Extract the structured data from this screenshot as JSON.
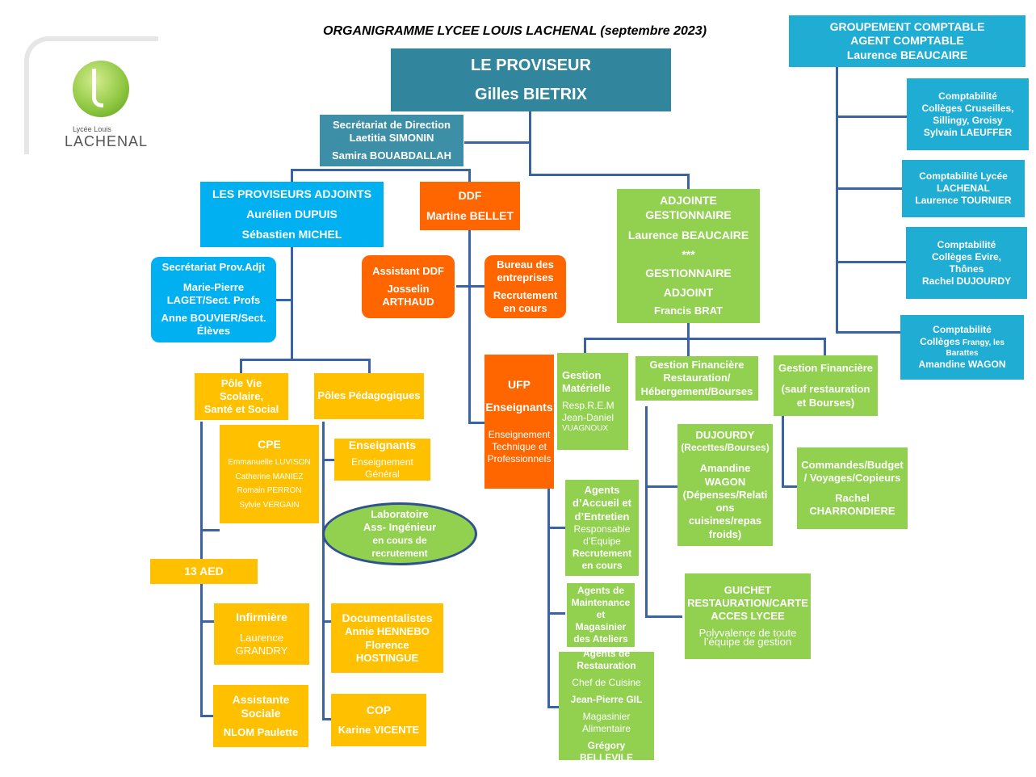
{
  "title": "ORGANIGRAMME LYCEE LOUIS LACHENAL (septembre 2023)",
  "logo": {
    "line1": "Lycée Louis",
    "line2": "LACHENAL",
    "color": "#8CC63F"
  },
  "proviseur": {
    "title": "LE PROVISEUR",
    "name": "Gilles BIETRIX"
  },
  "secretariat_direction": {
    "title": "Secrétariat de Direction",
    "name1": "Laetitia SIMONIN",
    "name2": "Samira BOUABDALLAH"
  },
  "groupement": {
    "l1": "GROUPEMENT COMPTABLE",
    "l2": "AGENT COMPTABLE",
    "l3": "Laurence BEAUCAIRE"
  },
  "comptabilites": [
    {
      "l1": "Comptabilité",
      "l2": "Collèges  Cruseilles,",
      "l3": "Sillingy, Groisy",
      "l4": "Sylvain LAEUFFER"
    },
    {
      "l1": "Comptabilité  Lycée",
      "l2": "LACHENAL",
      "l3": "Laurence TOURNIER"
    },
    {
      "l1": "Comptabilité",
      "l2": "Collèges  Evire,",
      "l3": "Thônes",
      "l4": "Rachel DUJOURDY"
    },
    {
      "l1": "Comptabilité",
      "l2a": "Collèges",
      "l2b": " Frangy, les",
      "l2c": "Barattes",
      "l3": "Amandine WAGON"
    }
  ],
  "proviseurs_adjoints": {
    "title": "LES PROVISEURS ADJOINTS",
    "name1": "Aurélien DUPUIS",
    "name2": "Sébastien MICHEL"
  },
  "ddf": {
    "title": "DDF",
    "name": "Martine BELLET"
  },
  "adjointe_gestionnaire": {
    "l1": "ADJOINTE",
    "l2": "GESTIONNAIRE",
    "l3": "Laurence BEAUCAIRE",
    "l4": "***",
    "l5": "GESTIONNAIRE",
    "l6": "ADJOINT",
    "l7": "Francis BRAT"
  },
  "secretariat_prov_adj": {
    "title": "Secrétariat Prov.Adjt",
    "l1": "Marie-Pierre",
    "l2": "LAGET/Sect. Profs",
    "l3": "Anne BOUVIER/Sect.",
    "l4": "Élèves"
  },
  "assistant_ddf": {
    "title": "Assistant DDF",
    "l1": "Josselin",
    "l2": "ARTHAUD"
  },
  "bureau_entreprises": {
    "l1": "Bureau des",
    "l2": "entreprises",
    "l3": "Recrutement",
    "l4": "en cours"
  },
  "pole_vie_scolaire": {
    "l1": "Pôle Vie Scolaire,",
    "l2": "Santé et Social"
  },
  "poles_pedagogiques": {
    "l1": "Pôles Pédagogiques"
  },
  "ufp": {
    "l1": "UFP",
    "l2": "Enseignants",
    "l3": "Enseignement",
    "l4": "Technique et",
    "l5": "Professionnels"
  },
  "gestion_materielle": {
    "l1": "Gestion",
    "l2": "Matérielle",
    "l3": "Resp.R.E.M",
    "l4": "Jean-Daniel",
    "l5": "VUAGNOUX"
  },
  "gestion_fin_resto": {
    "l1": "Gestion Financière",
    "l2": "Restauration/",
    "l3": "Hébergement/Bourses"
  },
  "gestion_fin": {
    "l1": "Gestion  Financière",
    "l2": "(sauf restauration",
    "l3": "et Bourses)"
  },
  "cpe": {
    "title": "CPE",
    "n1": "Emmanuelle LUVISON",
    "n2": "Catherine MANIEZ",
    "n3": "Romain PERRON",
    "n4": "Sylvie VERGAIN"
  },
  "enseignants": {
    "title": "Enseignants",
    "l1": "Enseignement",
    "l2": "Général"
  },
  "dujourdy": {
    "l1": "DUJOURDY",
    "l2": "(Recettes/Bourses)",
    "l3": "Amandine",
    "l4": "WAGON",
    "l5": "(Dépenses/Relati",
    "l6": "ons",
    "l7": "cuisines/repas",
    "l8": "froids)"
  },
  "commandes": {
    "l1": "Commandes/Budget",
    "l2": "/ Voyages/Copieurs",
    "l3": "Rachel",
    "l4": "CHARRONDIERE"
  },
  "laboratoire": {
    "l1": "Laboratoire",
    "l2": "Ass- Ingénieur",
    "l3": "en cours de",
    "l4": "recrutement"
  },
  "agents_accueil": {
    "l1": "Agents",
    "l2": "d’Accueil et",
    "l3": "d’Entretien",
    "l4": "Responsable",
    "l5": "d’Equipe",
    "l6": "Recrutement",
    "l7": "en cours"
  },
  "aed": {
    "l1": "13 AED"
  },
  "guichet": {
    "l1": "GUICHET",
    "l2": "RESTAURATION/CARTE",
    "l3": "ACCES LYCEE",
    "l4": "Polyvalence  de toute",
    "l5": "l’équipe de gestion"
  },
  "agents_maintenance": {
    "l1": "Agents de",
    "l2": "Maintenance",
    "l3": "et  Magasinier",
    "l4": "des Ateliers"
  },
  "infirmiere": {
    "title": "Infirmière",
    "l1": "Laurence",
    "l2": "GRANDRY"
  },
  "documentalistes": {
    "title": "Documentalistes",
    "l1": "Annie HENNEBO",
    "l2": "Florence HOSTINGUE"
  },
  "agents_restauration": {
    "l1": "Agents de",
    "l2": "Restauration",
    "l3": "Chef de Cuisine",
    "l4": "Jean-Pierre GIL",
    "l5": "Magasinier",
    "l6": "Alimentaire",
    "l7": "Grégory BELLEVILE"
  },
  "assistante_sociale": {
    "l1": "Assistante",
    "l2": "Sociale",
    "l3": "NLOM Paulette"
  },
  "cop": {
    "title": "COP",
    "name": "Karine VICENTE"
  }
}
